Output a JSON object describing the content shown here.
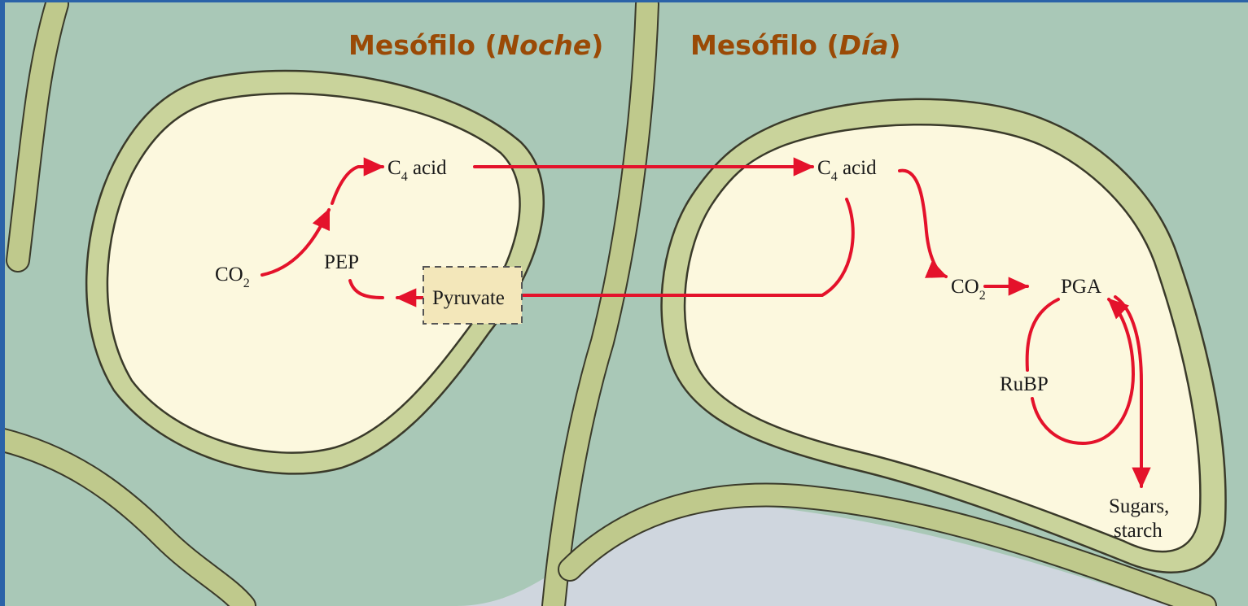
{
  "headings": {
    "night": {
      "prefix": "Mesófilo (",
      "italic": "Noche",
      "suffix": ")"
    },
    "day": {
      "prefix": "Mesófilo (",
      "italic": "Día",
      "suffix": ")"
    }
  },
  "left_cell": {
    "co2": {
      "main": "CO",
      "sub": "2"
    },
    "pep": "PEP",
    "c4_acid": {
      "main": "C",
      "sub": "4",
      "rest": " acid"
    },
    "pyruvate": "Pyruvate"
  },
  "right_cell": {
    "c4_acid": {
      "main": "C",
      "sub": "4",
      "rest": " acid"
    },
    "co2": {
      "main": "CO",
      "sub": "2"
    },
    "pga": "PGA",
    "rubp": "RuBP",
    "sugars_line1": "Sugars,",
    "sugars_line2": "starch"
  },
  "colors": {
    "intercellular": "#a9c8b7",
    "background_bottom": "#cfd6de",
    "cell_wall": "#bfc98c",
    "cytoplasm": "#fcf8de",
    "arrow": "#e4122b",
    "heading": "#9a4a06",
    "frame": "#2b63a8"
  }
}
